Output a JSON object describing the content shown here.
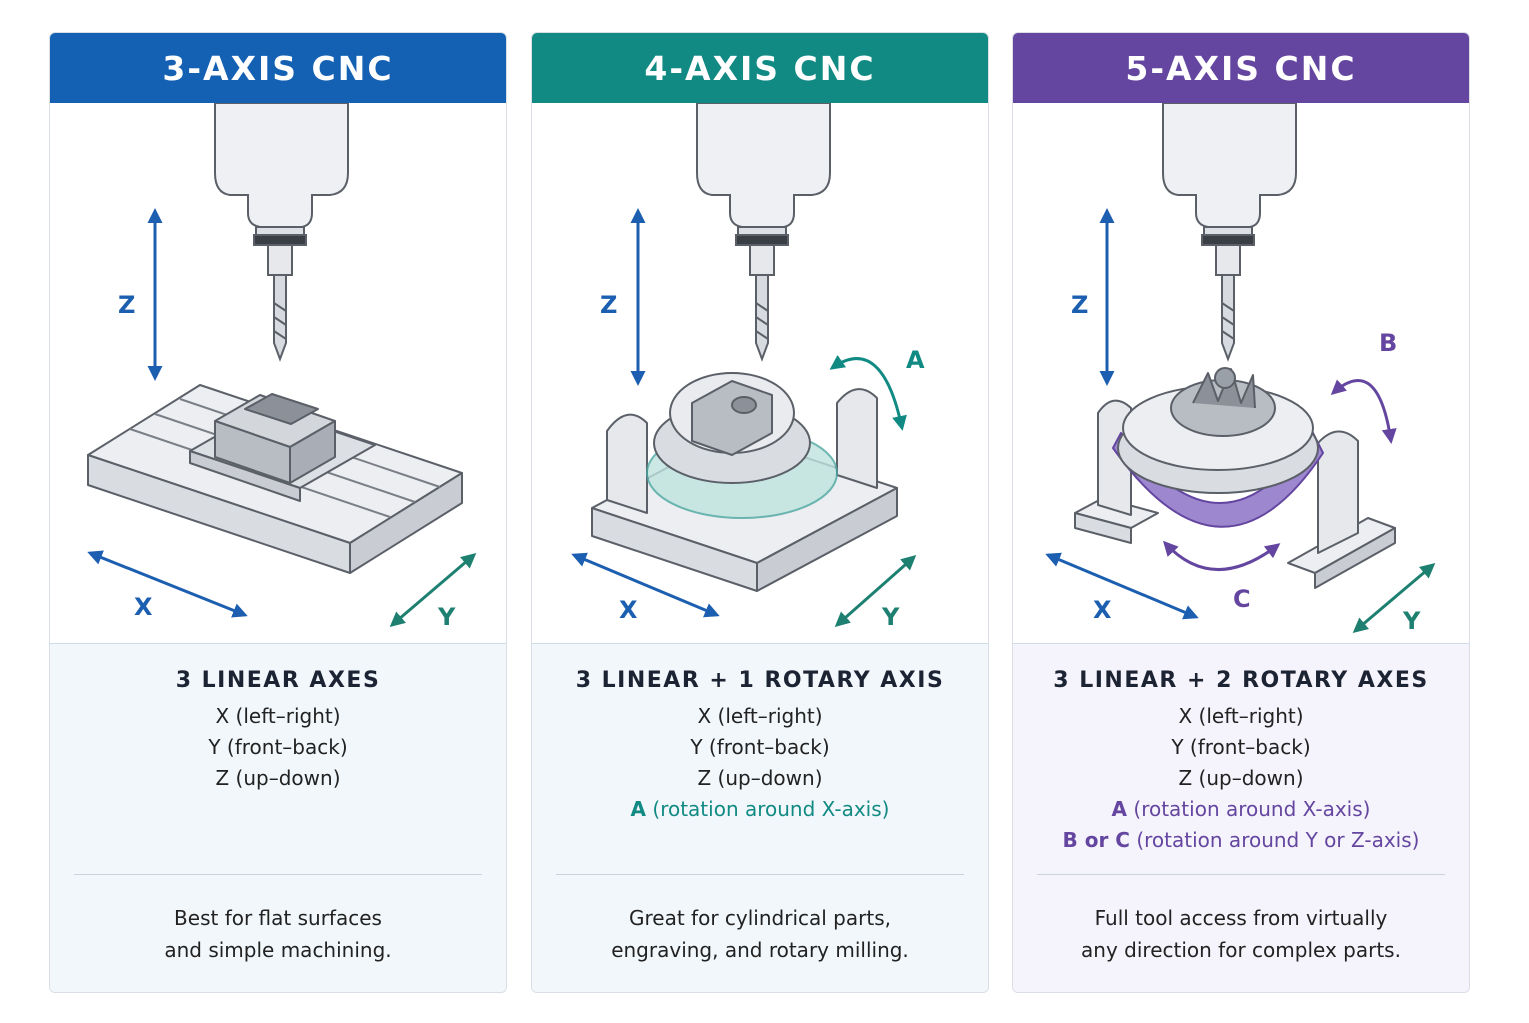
{
  "cards": [
    {
      "title": "3-AXIS CNC",
      "header_color": "#1461b4",
      "info_bg": "#f1f7fb",
      "subtitle": "3 LINEAR AXES",
      "axes": [
        {
          "label": "",
          "text": "X (left–right)"
        },
        {
          "label": "",
          "text": "Y (front–back)"
        },
        {
          "label": "",
          "text": "Z (up–down)"
        }
      ],
      "description": [
        "Best for flat surfaces",
        "and simple machining."
      ],
      "diagram_labels": {
        "z": "Z",
        "x": "X",
        "y": "Y"
      }
    },
    {
      "title": "4-AXIS CNC",
      "header_color": "#128a84",
      "info_bg": "#f1f7fb",
      "subtitle": "3 LINEAR + 1 ROTARY AXIS",
      "axes": [
        {
          "label": "",
          "text": "X (left–right)"
        },
        {
          "label": "",
          "text": "Y (front–back)"
        },
        {
          "label": "",
          "text": "Z (up–down)"
        },
        {
          "label": "A",
          "text": "(rotation around X-axis)",
          "color": "#128a84"
        }
      ],
      "description": [
        "Great for cylindrical parts,",
        "engraving, and rotary milling."
      ],
      "diagram_labels": {
        "z": "Z",
        "x": "X",
        "y": "Y",
        "a": "A"
      }
    },
    {
      "title": "5-AXIS CNC",
      "header_color": "#6446a0",
      "info_bg": "#f5f3fb",
      "subtitle": "3 LINEAR + 2 ROTARY AXES",
      "axes": [
        {
          "label": "",
          "text": "X (left–right)"
        },
        {
          "label": "",
          "text": "Y (front–back)"
        },
        {
          "label": "",
          "text": "Z (up–down)"
        },
        {
          "label": "A",
          "text": "(rotation around X-axis)",
          "color": "#6446a0"
        },
        {
          "label": "B or C",
          "text": "(rotation around Y or Z-axis)",
          "color": "#6446a0"
        }
      ],
      "description": [
        "Full tool access from virtually",
        "any direction for complex parts."
      ],
      "diagram_labels": {
        "z": "Z",
        "x": "X",
        "y": "Y",
        "b": "B",
        "c": "C"
      }
    }
  ],
  "colors": {
    "linear_blue": "#1c5fb0",
    "y_green": "#1d8070",
    "machine_gray": "#e4e6ea",
    "machine_stroke": "#5b6068"
  }
}
